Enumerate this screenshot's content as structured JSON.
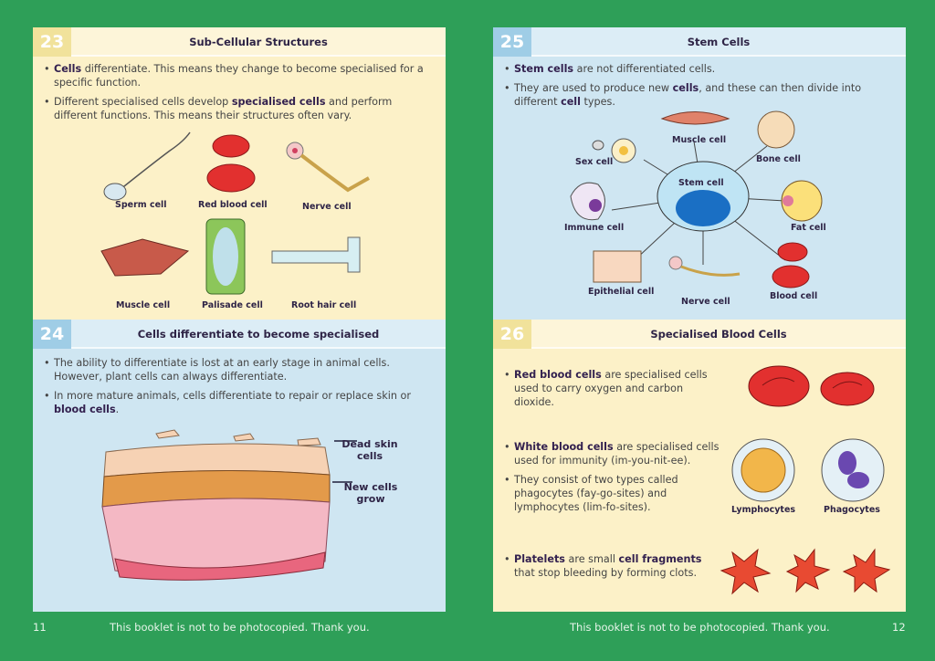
{
  "colors": {
    "background": "#2e9f58",
    "yellow_panel": "#fcf1c8",
    "blue_panel": "#cfe6f2",
    "emphasis": "#33214f"
  },
  "s23": {
    "number": "23",
    "title": "Sub-Cellular Structures",
    "bullets": [
      [
        {
          "t": "Cells",
          "b": true
        },
        {
          "t": " differentiate. This means they change to become specialised for a specific function."
        }
      ],
      [
        {
          "t": "Different specialised cells develop "
        },
        {
          "t": "specialised cells",
          "b": true
        },
        {
          "t": " and perform different functions. This means their structures often vary."
        }
      ]
    ],
    "labels": [
      "Sperm cell",
      "Red blood cell",
      "Nerve cell",
      "Muscle cell",
      "Palisade cell",
      "Root hair cell"
    ]
  },
  "s24": {
    "number": "24",
    "title": "Cells differentiate to become specialised",
    "bullets": [
      [
        {
          "t": "The ability to differentiate is lost at an early stage in animal cells. However, plant cells can always differentiate."
        }
      ],
      [
        {
          "t": "In more mature animals, cells differentiate to repair or replace skin or "
        },
        {
          "t": "blood cells",
          "b": true
        },
        {
          "t": "."
        }
      ]
    ],
    "labels": [
      "Dead skin cells",
      "New cells grow"
    ]
  },
  "s25": {
    "number": "25",
    "title": "Stem Cells",
    "bullets": [
      [
        {
          "t": "Stem cells",
          "b": true
        },
        {
          "t": " are not differentiated cells."
        }
      ],
      [
        {
          "t": "They are used to produce new "
        },
        {
          "t": "cells",
          "b": true
        },
        {
          "t": ", and these can then divide into different "
        },
        {
          "t": "cell",
          "b": true
        },
        {
          "t": " types."
        }
      ]
    ],
    "labels": {
      "center": "Stem cell",
      "sex": "Sex cell",
      "muscle": "Muscle cell",
      "bone": "Bone cell",
      "immune": "Immune cell",
      "fat": "Fat cell",
      "epithelial": "Epithelial cell",
      "nerve": "Nerve cell",
      "blood": "Blood cell"
    }
  },
  "s26": {
    "number": "26",
    "title": "Specialised Blood Cells",
    "bullets": [
      [
        {
          "t": "Red blood cells",
          "b": true
        },
        {
          "t": " are specialised cells used to carry oxygen and carbon dioxide."
        }
      ],
      [
        {
          "t": "White blood cells",
          "b": true
        },
        {
          "t": " are specialised cells used for immunity (im-you-nit-ee)."
        }
      ],
      [
        {
          "t": "They consist of two types called phagocytes (fay-go-sites) and lymphocytes (lim-fo-sites)."
        }
      ],
      [
        {
          "t": "Platelets",
          "b": true
        },
        {
          "t": " are small "
        },
        {
          "t": "cell fragments",
          "b": true
        },
        {
          "t": " that stop bleeding by forming clots."
        }
      ]
    ],
    "labels": [
      "Lymphocytes",
      "Phagocytes"
    ]
  },
  "footer": {
    "left_page": "11",
    "right_page": "12",
    "notice": "This booklet is not to be photocopied. Thank you."
  }
}
